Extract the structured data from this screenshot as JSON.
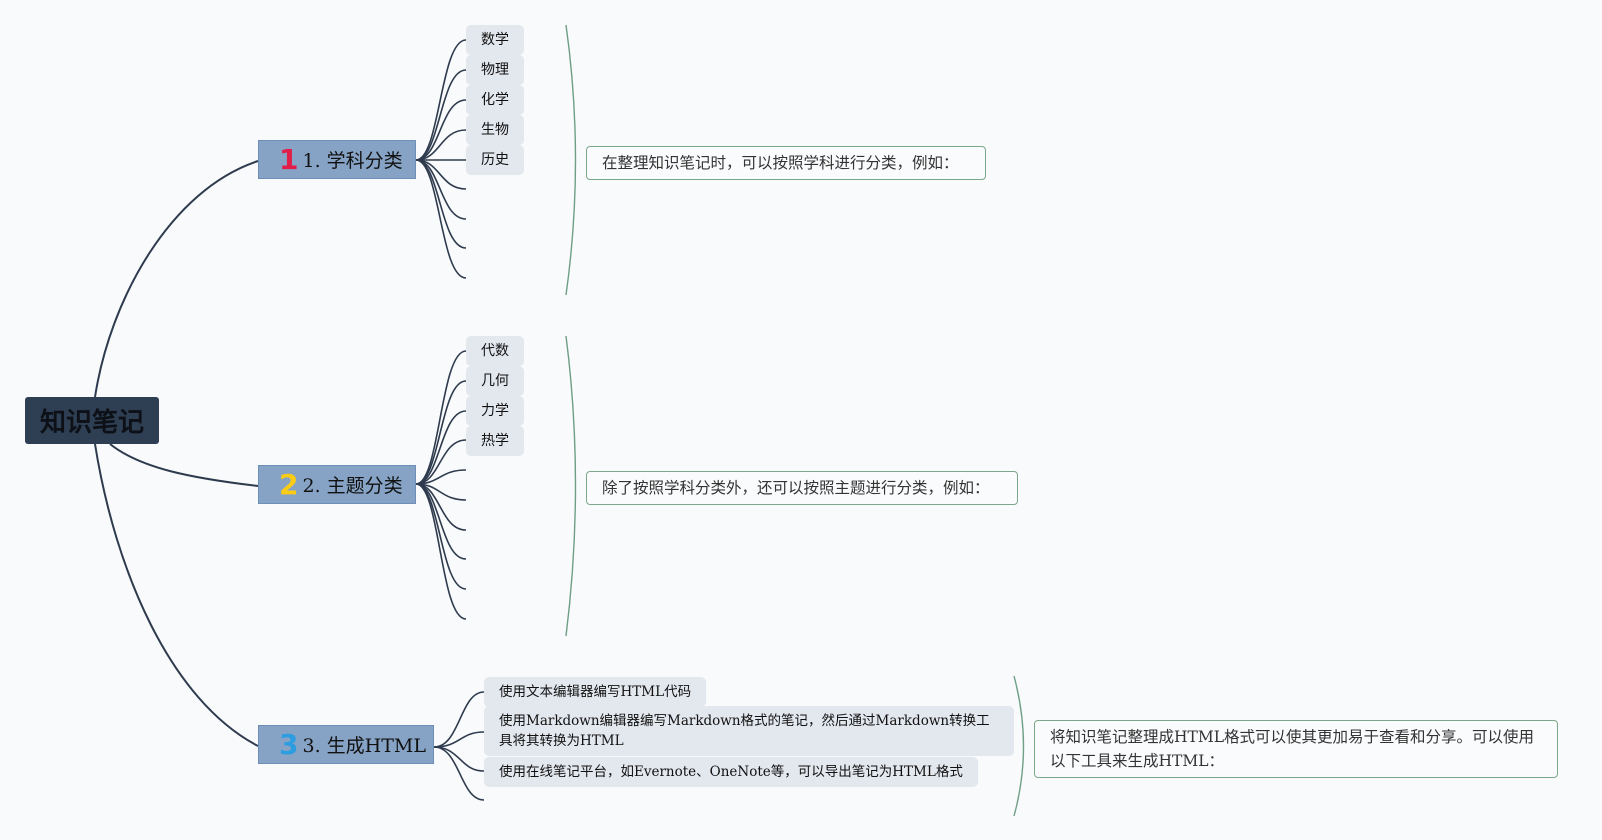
{
  "root": {
    "label": "知识笔记"
  },
  "branches": [
    {
      "num": "1",
      "num_color": "#e11d48",
      "label": "1. 学科分类",
      "note": "在整理知识笔记时，可以按照学科进行分类，例如：",
      "leaves": [
        "数学",
        "物理",
        "化学",
        "生物",
        "历史"
      ]
    },
    {
      "num": "2",
      "num_color": "#facc15",
      "label": "2. 主题分类",
      "note": "除了按照学科分类外，还可以按照主题进行分类，例如：",
      "leaves": [
        "代数",
        "几何",
        "力学",
        "热学"
      ]
    },
    {
      "num": "3",
      "num_color": "#2b9de0",
      "label": "3. 生成HTML",
      "note": "将知识笔记整理成HTML格式可以使其更加易于查看和分享。可以使用以下工具来生成HTML：",
      "leaves": [
        "使用文本编辑器编写HTML代码",
        "使用Markdown编辑器编写Markdown格式的笔记，然后通过Markdown转换工具将其转换为HTML",
        "使用在线笔记平台，如Evernote、OneNote等，可以导出笔记为HTML格式"
      ]
    }
  ],
  "colors": {
    "line": "#2e3b4e",
    "bracket": "#6e9f86",
    "branch_bg": "#86a3c6",
    "root_bg": "#2e3e53"
  }
}
